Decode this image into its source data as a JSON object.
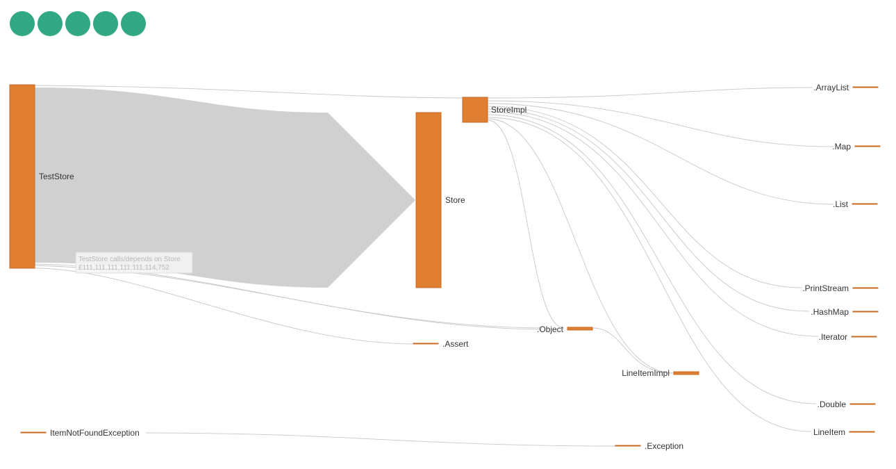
{
  "colors": {
    "node": "#e07f32",
    "link": "#c8c8c8",
    "big_flow": "#d0d0d0",
    "toolbar_button": "#31a883"
  },
  "toolbar": {
    "buttons": [
      "circle-button",
      "circle-button",
      "circle-button",
      "circle-button",
      "circle-button"
    ]
  },
  "nodes": {
    "test_store": "TestStore",
    "store": "Store",
    "store_impl": "StoreImpl",
    "array_list": ".ArrayList",
    "map": ".Map",
    "list": ".List",
    "print_stream": ".PrintStream",
    "hash_map": ".HashMap",
    "iterator": ".Iterator",
    "object": ".Object",
    "assert": ".Assert",
    "line_item_impl": "LineItemImpl",
    "double": ".Double",
    "line_item": "LineItem",
    "item_not_found_exception": "ItemNotFoundException",
    "exception": ".Exception"
  },
  "tooltip": {
    "line1": "TestStore calls/depends on Store",
    "line2": "£111,111,111,111,111,114,752"
  }
}
